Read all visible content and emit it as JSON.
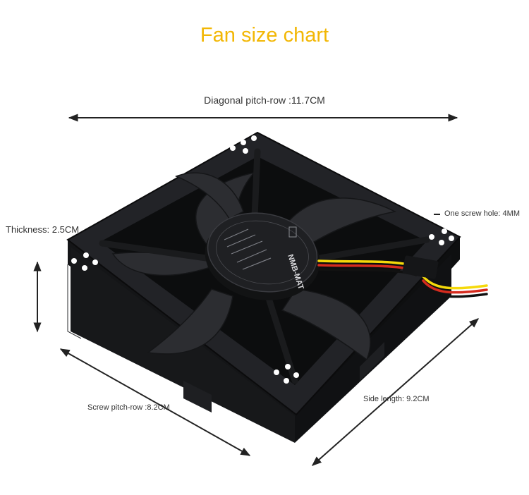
{
  "title": "Fan size chart",
  "dimensions": {
    "diagonal_pitch": "Diagonal pitch-row :11.7CM",
    "thickness": "Thickness: 2.5CM",
    "screw_hole": "One screw hole: 4MM",
    "screw_pitch": "Screw pitch-row :8.2CM",
    "side_length": "Side length: 9.2CM"
  },
  "fan_label": {
    "brand": "NMB-MAT"
  },
  "colors": {
    "title": "#f2b705",
    "fan_body": "#1c1d20",
    "arrow": "#222222",
    "wire_red": "#d62b1e",
    "wire_yellow": "#f5d90a",
    "wire_black": "#111111"
  }
}
